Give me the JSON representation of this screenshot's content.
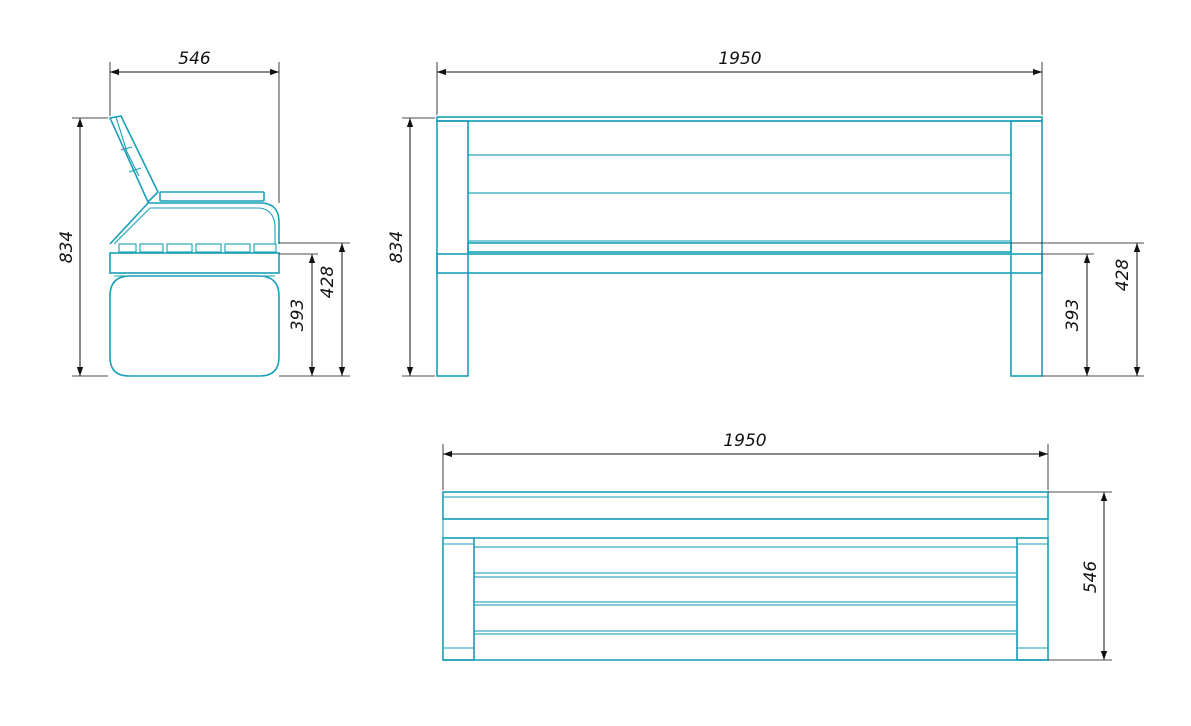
{
  "drawing": {
    "colors": {
      "object": "#1a9fb8",
      "dimension": "#111111",
      "background": "#ffffff"
    },
    "side_view": {
      "width": "546",
      "height": "834",
      "seat_height": "428",
      "frame_height": "393"
    },
    "front_view": {
      "length": "1950",
      "height": "834",
      "seat_height": "428",
      "frame_height": "393"
    },
    "top_view": {
      "length": "1950",
      "depth": "546"
    }
  }
}
